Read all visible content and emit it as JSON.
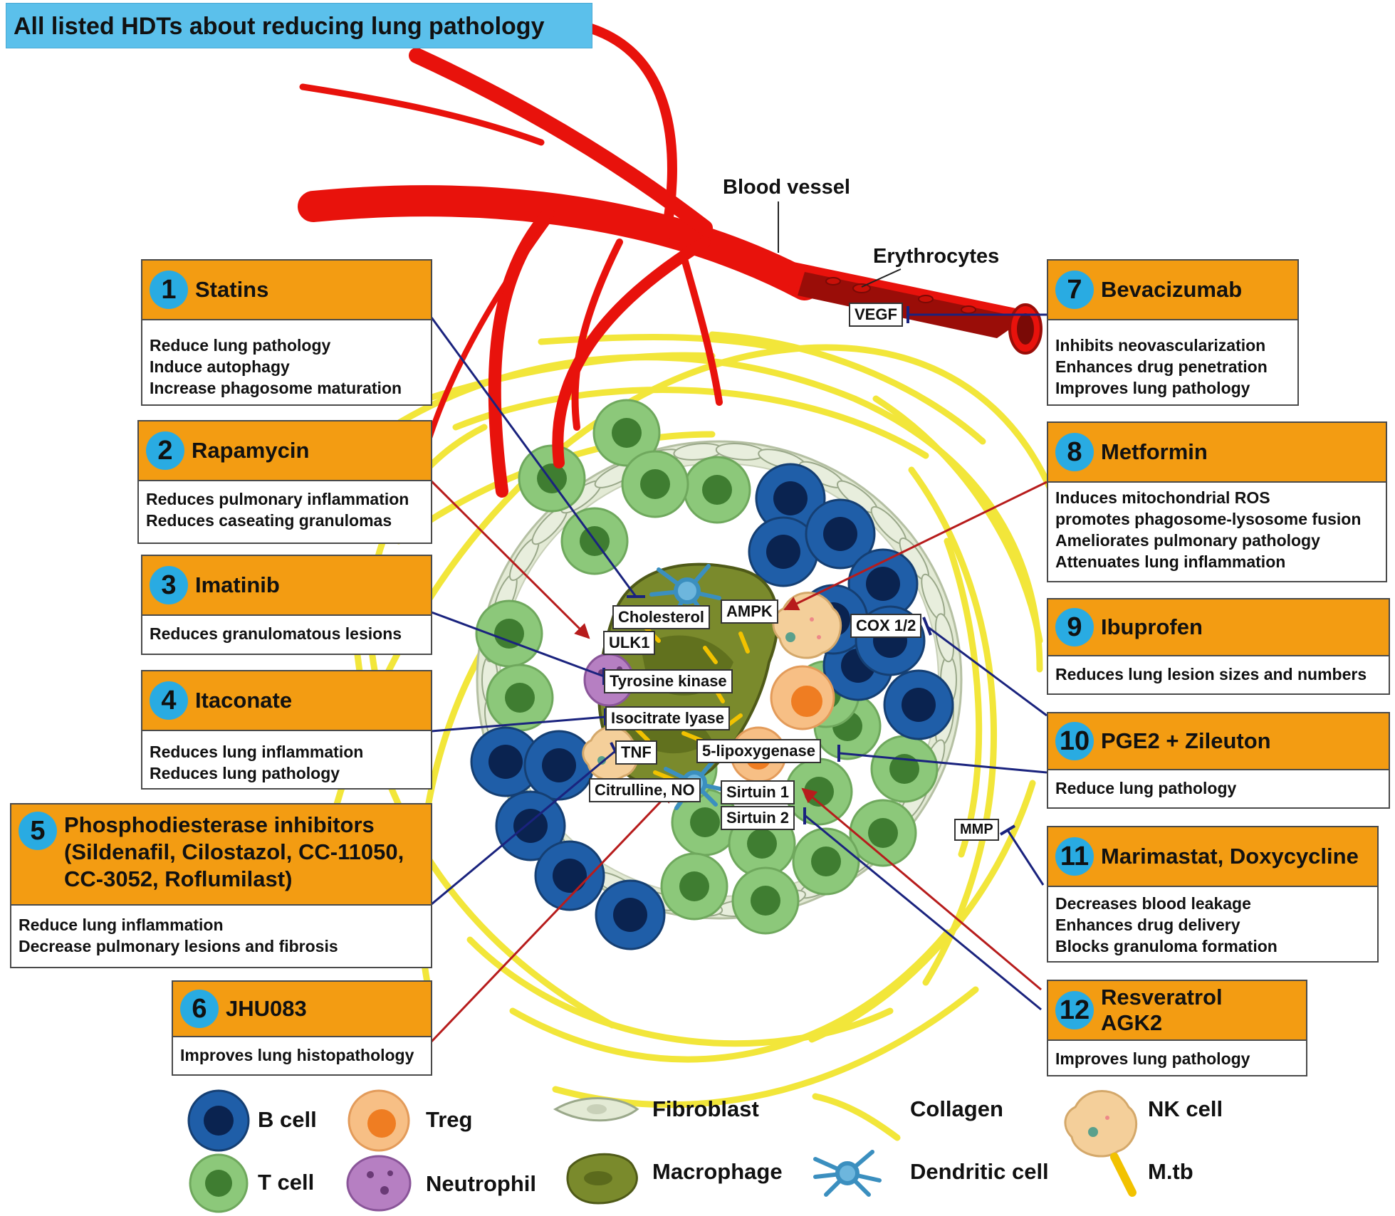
{
  "title": "All listed HDTs about reducing lung pathology",
  "anatomy_labels": {
    "blood_vessel": "Blood vessel",
    "erythrocytes": "Erythrocytes"
  },
  "hdts": [
    {
      "num": "1",
      "name": "Statins",
      "effects": [
        "Reduce lung pathology",
        "Induce autophagy",
        "Increase phagosome maturation"
      ]
    },
    {
      "num": "2",
      "name": "Rapamycin",
      "effects": [
        "Reduces pulmonary inflammation",
        "Reduces caseating granulomas"
      ]
    },
    {
      "num": "3",
      "name": "Imatinib",
      "effects": [
        "Reduces granulomatous lesions"
      ]
    },
    {
      "num": "4",
      "name": "Itaconate",
      "effects": [
        "Reduces lung inflammation",
        "Reduces lung pathology"
      ]
    },
    {
      "num": "5",
      "name_lines": [
        "Phosphodiesterase inhibitors",
        "(Sildenafil, Cilostazol, CC-11050,",
        "CC-3052, Roflumilast)"
      ],
      "effects": [
        "Reduce lung inflammation",
        "Decrease pulmonary lesions and fibrosis"
      ]
    },
    {
      "num": "6",
      "name": "JHU083",
      "effects": [
        "Improves lung histopathology"
      ]
    },
    {
      "num": "7",
      "name": "Bevacizumab",
      "effects": [
        "Inhibits neovascularization",
        "Enhances drug penetration",
        "Improves lung pathology"
      ]
    },
    {
      "num": "8",
      "name": "Metformin",
      "effects": [
        "Induces mitochondrial ROS",
        "promotes phagosome-lysosome fusion",
        "Ameliorates pulmonary pathology",
        "Attenuates lung inflammation"
      ]
    },
    {
      "num": "9",
      "name": "Ibuprofen",
      "effects": [
        "Reduces lung lesion sizes and numbers"
      ]
    },
    {
      "num": "10",
      "name": "PGE2 + Zileuton",
      "effects": [
        "Reduce lung pathology"
      ]
    },
    {
      "num": "11",
      "name": "Marimastat, Doxycycline",
      "effects": [
        "Decreases blood leakage",
        "Enhances drug delivery",
        "Blocks granuloma formation"
      ]
    },
    {
      "num": "12",
      "name_lines": [
        "Resveratrol",
        "AGK2"
      ],
      "effects": [
        "Improves lung pathology"
      ]
    }
  ],
  "targets": {
    "vegf": "VEGF",
    "cholesterol": "Cholesterol",
    "ampk": "AMPK",
    "ulk1": "ULK1",
    "tyrosine_kinase": "Tyrosine kinase",
    "isocitrate_lyase": "Isocitrate lyase",
    "tnf": "TNF",
    "lipoxygenase": "5-lipoxygenase",
    "citrulline_no": "Citrulline, NO",
    "sirtuin1": "Sirtuin 1",
    "sirtuin2": "Sirtuin 2",
    "cox": "COX 1/2",
    "mmp": "MMP"
  },
  "legend": {
    "b_cell": "B cell",
    "t_cell": "T cell",
    "treg": "Treg",
    "neutrophil": "Neutrophil",
    "fibroblast": "Fibroblast",
    "macrophage": "Macrophage",
    "collagen": "Collagen",
    "dendritic_cell": "Dendritic cell",
    "nk_cell": "NK cell",
    "mtb": "M.tb"
  },
  "colors": {
    "title_bg": "#5bc0eb",
    "header_orange": "#f39c12",
    "badge_blue": "#29abe2",
    "vessel_red": "#e8120c",
    "collagen_yellow": "#f2e63a",
    "b_cell": "#1f5ea8",
    "t_cell": "#8cc87a",
    "inhibit_line": "#1a237e",
    "activate_line": "#b71c1c"
  }
}
